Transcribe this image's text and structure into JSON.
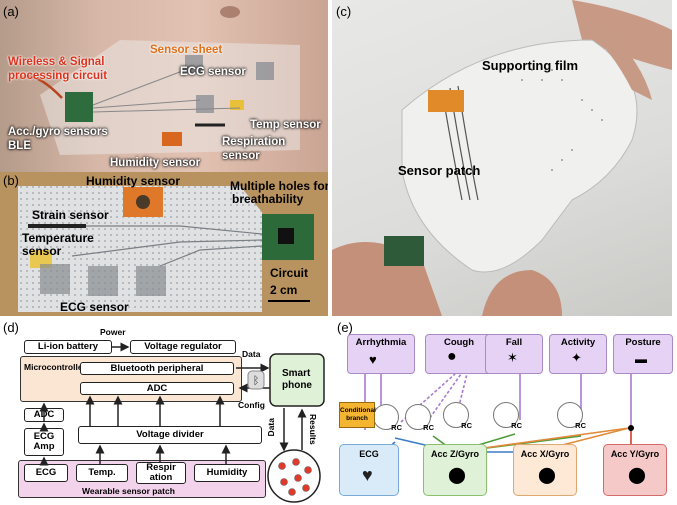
{
  "labels": {
    "a": "(a)",
    "b": "(b)",
    "c": "(c)",
    "d": "(d)",
    "e": "(e)"
  },
  "panel_a": {
    "wireless": "Wireless & Signal",
    "processing": "processing circuit",
    "sensor_sheet": "Sensor sheet",
    "ecg": "ECG sensor",
    "acc": "Acc./gyro sensors",
    "ble": "BLE",
    "temp": "Temp sensor",
    "resp1": "Respiration",
    "resp2": "sensor",
    "humidity": "Humidity sensor"
  },
  "panel_b": {
    "humidity": "Humidity sensor",
    "holes1": "Multiple holes for",
    "holes2": "breathability",
    "strain": "Strain sensor",
    "temp1": "Temperature",
    "temp2": "sensor",
    "circuit": "Circuit",
    "ecg": "ECG sensor",
    "scale": "2 cm"
  },
  "panel_c": {
    "film": "Supporting film",
    "patch": "Sensor patch"
  },
  "panel_d": {
    "battery": "Li-ion battery",
    "power": "Power",
    "regulator": "Voltage regulator",
    "microcontroller": "Microcontroller",
    "bluetooth": "Bluetooth peripheral",
    "adc_main": "ADC",
    "adc_left": "ADC",
    "ecg_amp1": "ECG",
    "ecg_amp2": "Amp",
    "divider": "Voltage divider",
    "ecg": "ECG",
    "temp": "Temp.",
    "resp1": "Respir",
    "resp2": "ation",
    "humidity": "Humidity",
    "patch": "Wearable sensor patch",
    "data_top": "Data",
    "config": "Config",
    "smart1": "Smart",
    "smart2": "phone",
    "data_side": "Data",
    "results": "Results"
  },
  "panel_e": {
    "tasks": [
      "Arrhythmia",
      "Cough",
      "Fall",
      "Activity",
      "Posture"
    ],
    "rc": "RC",
    "conditional1": "Conditional",
    "conditional2": "branch",
    "signals": [
      "ECG",
      "Acc Z/Gyro",
      "Acc X/Gyro",
      "Acc Y/Gyro"
    ]
  },
  "colors": {
    "task": "#e6d2f4",
    "ecg": "#d9ebf8",
    "accz": "#dff1d6",
    "accx": "#fde9d6",
    "accy": "#f6c9c9",
    "conditional": "#f4b531",
    "sensor_patch": "#f3d2ec"
  }
}
